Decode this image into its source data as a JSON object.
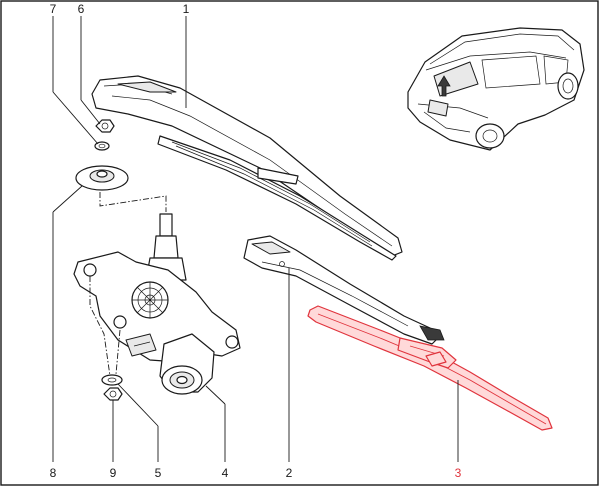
{
  "callouts": [
    {
      "id": "7",
      "label": "7",
      "highlight": false
    },
    {
      "id": "6",
      "label": "6",
      "highlight": false
    },
    {
      "id": "1",
      "label": "1",
      "highlight": false
    },
    {
      "id": "8",
      "label": "8",
      "highlight": false
    },
    {
      "id": "9",
      "label": "9",
      "highlight": false
    },
    {
      "id": "5",
      "label": "5",
      "highlight": false
    },
    {
      "id": "4",
      "label": "4",
      "highlight": false
    },
    {
      "id": "2",
      "label": "2",
      "highlight": false
    },
    {
      "id": "3",
      "label": "3",
      "highlight": true
    }
  ],
  "colors": {
    "line": "#1a1a1a",
    "highlight_stroke": "#e0343d",
    "highlight_fill": "#ffd9d9",
    "frame": "#1a1a1a",
    "background": "#ffffff"
  }
}
